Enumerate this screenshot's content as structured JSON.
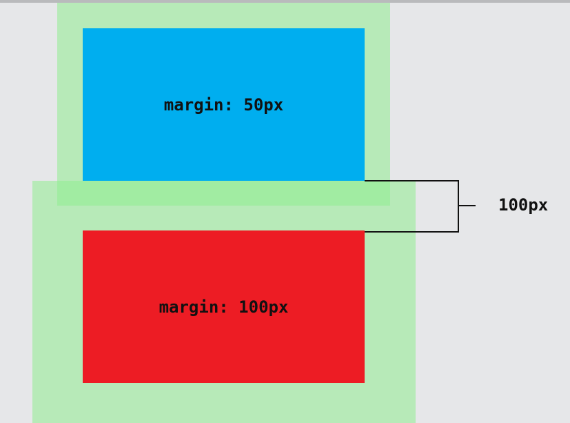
{
  "colors": {
    "background": "#e6e7e9",
    "top_edge": "#b9babc",
    "margin_area": "#90ec90",
    "blue_box": "#00aeef",
    "red_box": "#ed1c24",
    "text": "#111111",
    "bracket": "#111111"
  },
  "boxes": {
    "blue": {
      "label": "margin: 50px"
    },
    "red": {
      "label": "margin: 100px"
    }
  },
  "collapsed_margin": {
    "label": "100px"
  }
}
